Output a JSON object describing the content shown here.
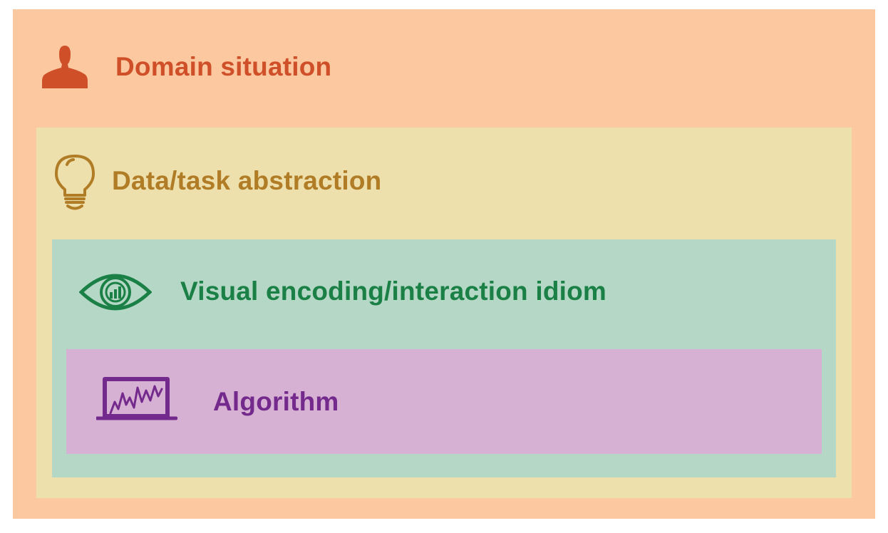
{
  "layers": [
    {
      "id": "domain",
      "label": "Domain situation",
      "icon": "person-icon",
      "bg": "#fcc89f",
      "fg": "#cf4f29"
    },
    {
      "id": "abstraction",
      "label": "Data/task abstraction",
      "icon": "lightbulb-icon",
      "bg": "#eee0ad",
      "fg": "#b17c26"
    },
    {
      "id": "idiom",
      "label": "Visual encoding/interaction idiom",
      "icon": "eye-icon",
      "bg": "#b5d8c6",
      "fg": "#1b8046"
    },
    {
      "id": "algorithm",
      "label": "Algorithm",
      "icon": "laptop-icon",
      "bg": "#d6b1d3",
      "fg": "#742a8c"
    }
  ]
}
